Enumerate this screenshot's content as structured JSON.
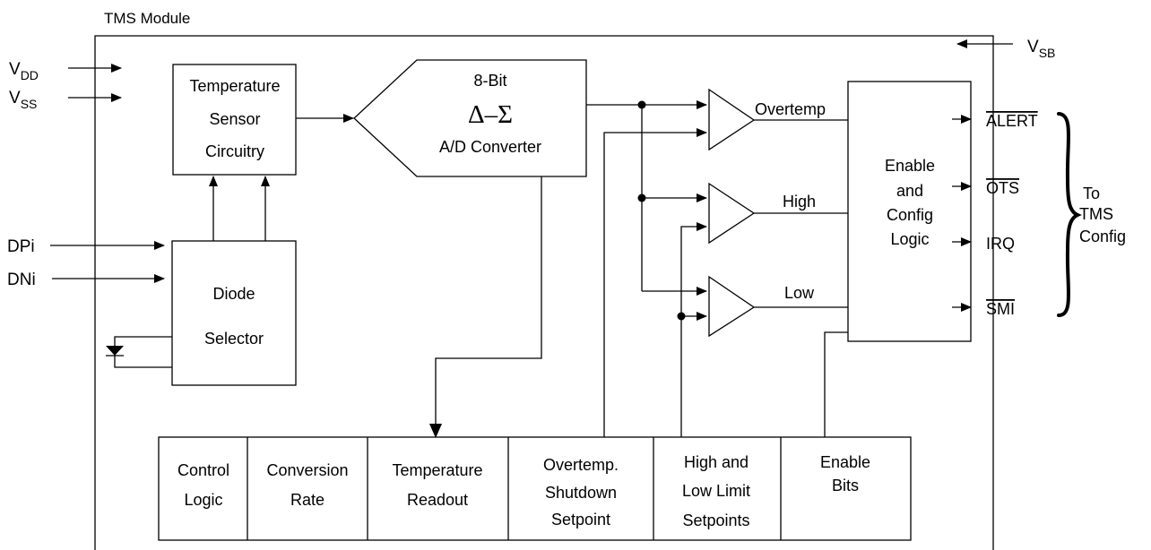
{
  "module_title": "TMS Module",
  "power_pins": {
    "vdd_main": "V",
    "vdd_sub": "DD",
    "vss_main": "V",
    "vss_sub": "SS",
    "vsb_main": "V",
    "vsb_sub": "SB"
  },
  "diode_inputs": {
    "dpi": "DPi",
    "dni": "DNi"
  },
  "sensor_block": {
    "line1": "Temperature",
    "line2": "Sensor",
    "line3": "Circuitry"
  },
  "selector_block": {
    "line1": "Diode",
    "line2": "Selector"
  },
  "adc_block": {
    "line1": "8-Bit",
    "symbol": "Δ–Σ",
    "line3": "A/D Converter"
  },
  "comparator_labels": {
    "overtemp": "Overtemp",
    "high": "High",
    "low": "Low"
  },
  "logic_block": {
    "line1": "Enable",
    "line2": "and",
    "line3": "Config",
    "line4": "Logic"
  },
  "outputs": {
    "alert": "ALERT",
    "ots": "OTS",
    "irq": "IRQ",
    "smi": "SMI"
  },
  "brace_label": {
    "line1": "To",
    "line2": "TMS",
    "line3": "Config"
  },
  "registers": {
    "control": {
      "line1": "Control",
      "line2": "Logic"
    },
    "conversion": {
      "line1": "Conversion",
      "line2": "Rate"
    },
    "readout": {
      "line1": "Temperature",
      "line2": "Readout"
    },
    "overtemp": {
      "line1": "Overtemp.",
      "line2": "Shutdown",
      "line3": "Setpoint"
    },
    "limits": {
      "line1": "High and",
      "line2": "Low Limit",
      "line3": "Setpoints"
    },
    "enable": {
      "line1": "Enable",
      "line2": "Bits"
    }
  }
}
